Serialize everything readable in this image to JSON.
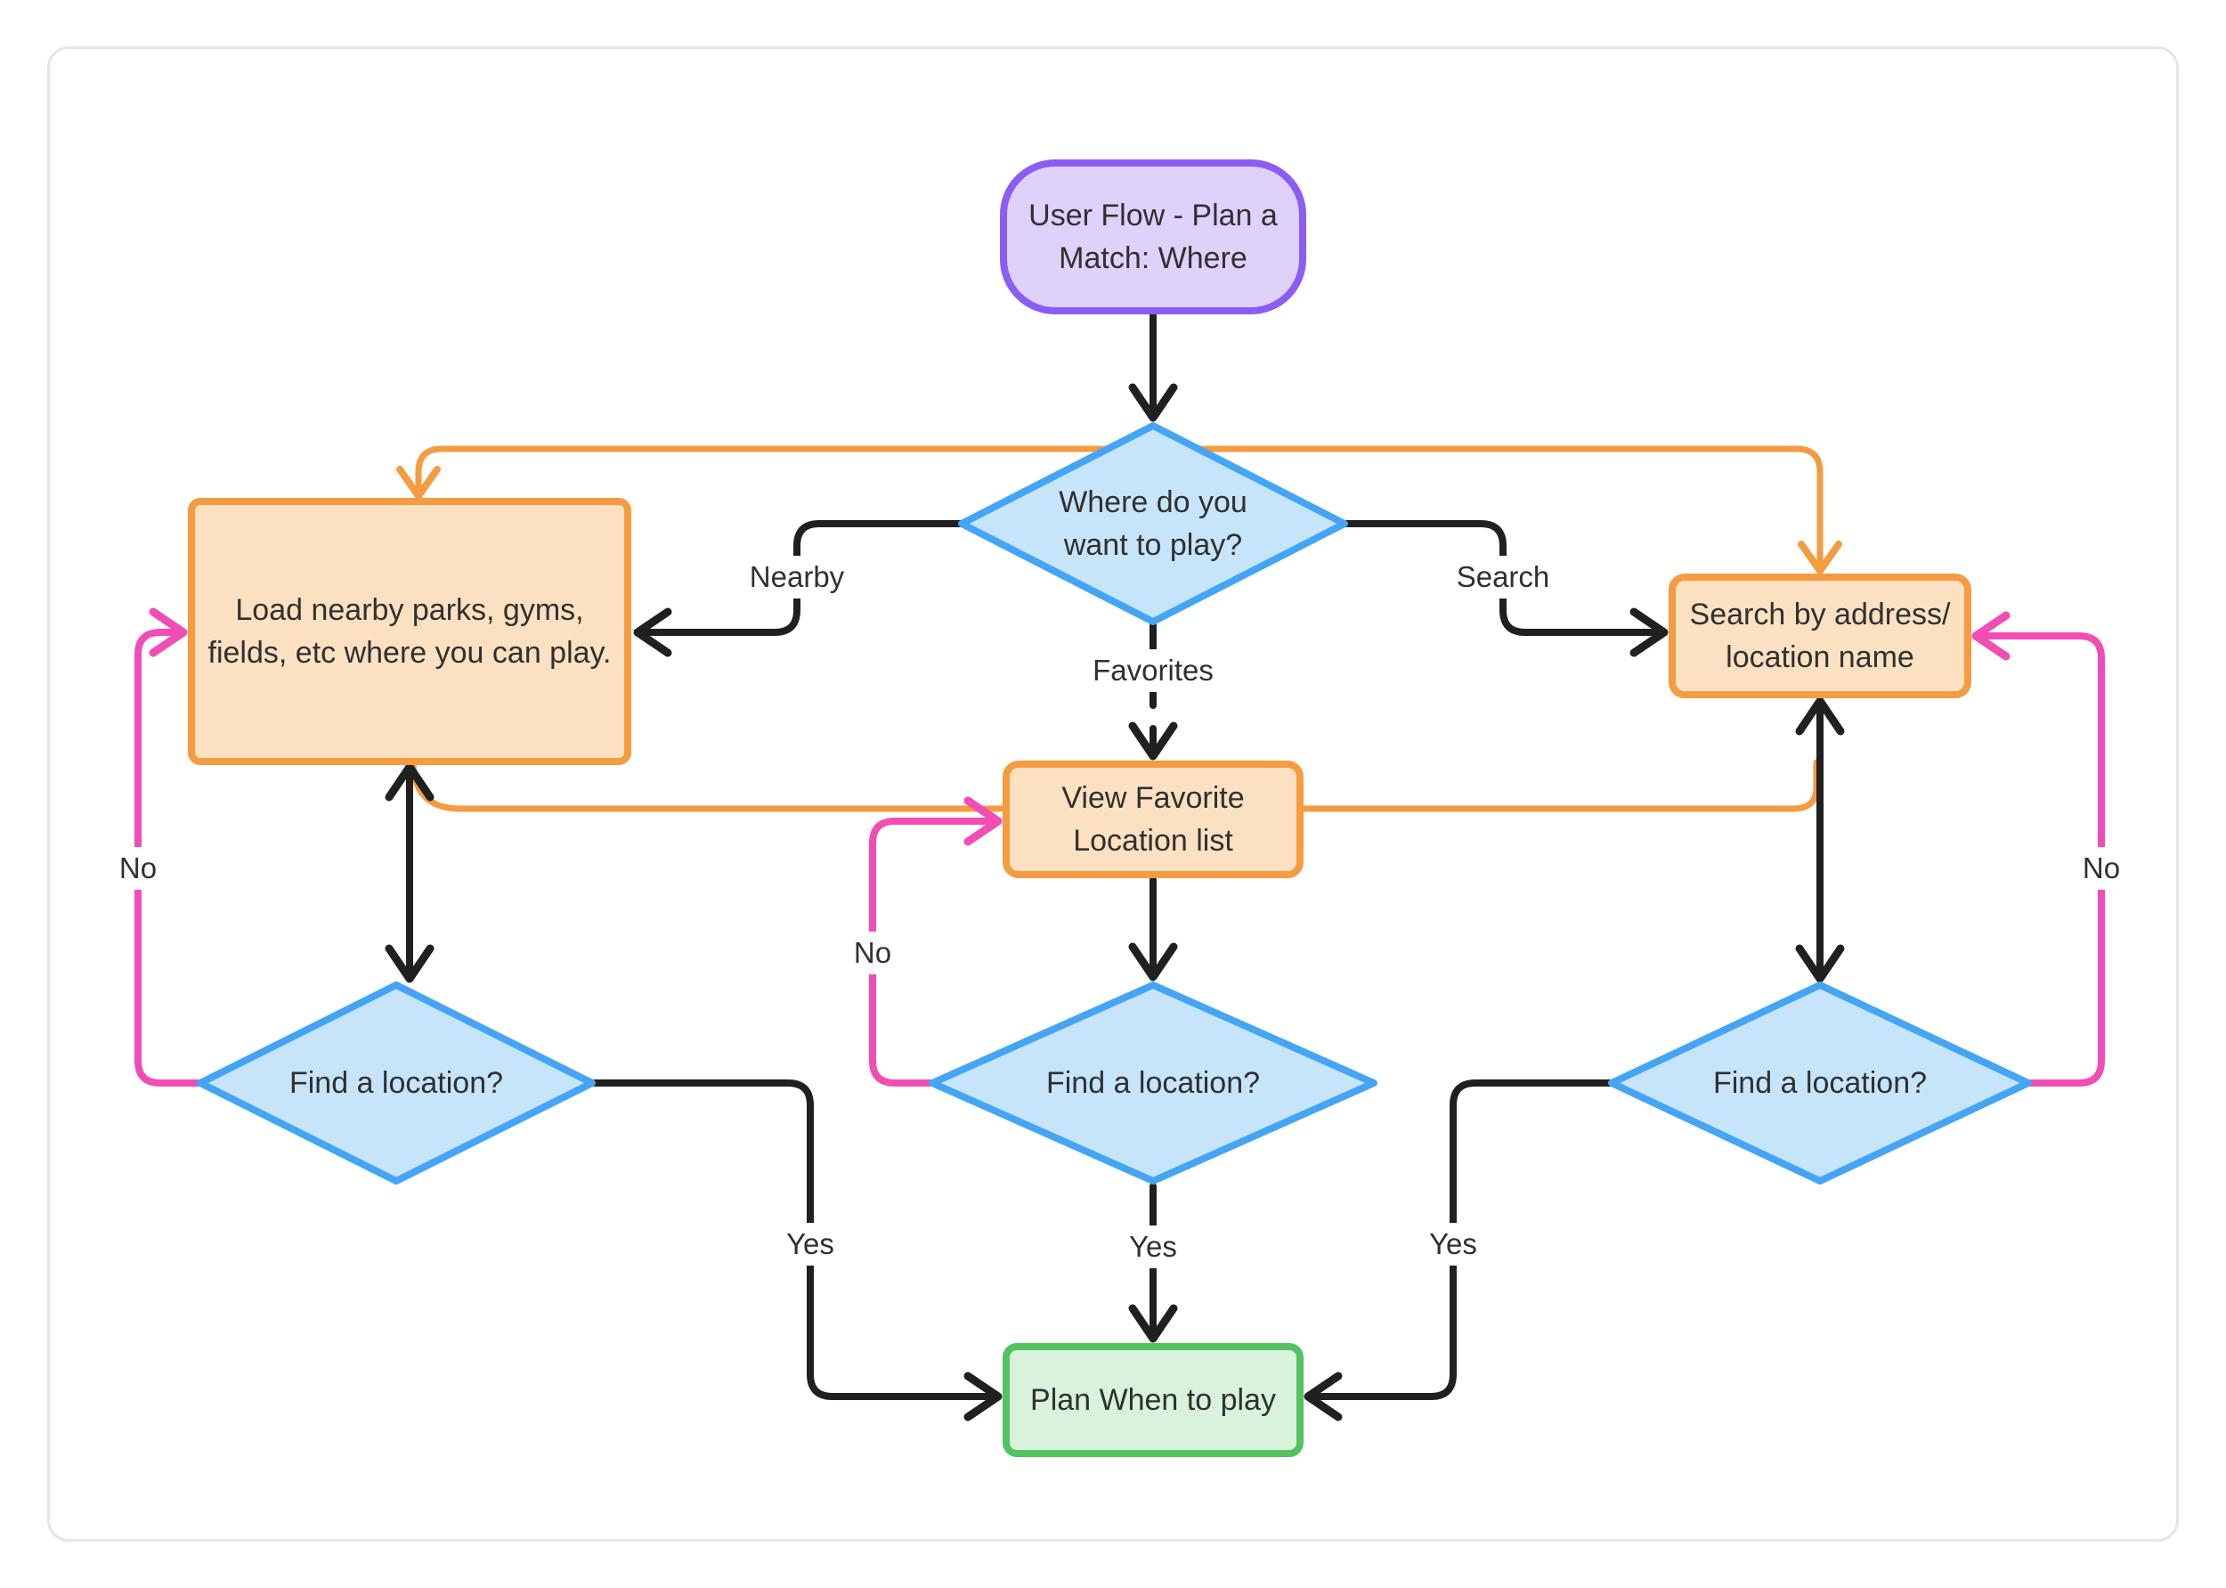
{
  "title": "User Flow - Plan a Match: Where",
  "colors": {
    "text": "#303030",
    "card_border": "#e6e6e8",
    "edge_black": "#202020",
    "edge_pink": "#f14db4",
    "edge_orange": "#f59b40",
    "orange_fill": "#fbe1c2",
    "blue": "#45a5f5",
    "blue_fill": "#c6e4fa",
    "purple": "#8b5cf6",
    "purple_fill": "#ded1fa",
    "green": "#53c261",
    "green_fill": "#d8f2dc"
  },
  "nodes": {
    "start": {
      "type": "stadium",
      "lines": [
        "User Flow - Plan a",
        "Match: Where"
      ]
    },
    "where_decision": {
      "type": "decision",
      "lines": [
        "Where do you",
        "want to play?"
      ]
    },
    "load_nearby": {
      "type": "process",
      "lines": [
        "Load nearby parks, gyms,",
        "fields, etc where you can play."
      ]
    },
    "search_address": {
      "type": "process",
      "lines": [
        "Search by address/",
        "location name"
      ]
    },
    "view_favorites": {
      "type": "process",
      "lines": [
        "View Favorite",
        "Location list"
      ]
    },
    "find_location_left": {
      "type": "decision",
      "lines": [
        "Find a location?"
      ]
    },
    "find_location_middle": {
      "type": "decision",
      "lines": [
        "Find a location?"
      ]
    },
    "find_location_right": {
      "type": "decision",
      "lines": [
        "Find a location?"
      ]
    },
    "plan_when": {
      "type": "end",
      "lines": [
        "Plan When to play"
      ]
    }
  },
  "edge_labels": {
    "nearby": "Nearby",
    "search": "Search",
    "favorites": "Favorites",
    "yes_left": "Yes",
    "yes_middle": "Yes",
    "yes_right": "Yes",
    "no_left": "No",
    "no_middle": "No",
    "no_right": "No"
  },
  "edges": [
    {
      "from": "start",
      "to": "where_decision",
      "color": "black",
      "style": "solid",
      "arrows": "end",
      "label": ""
    },
    {
      "from": "where_decision",
      "to": "load_nearby",
      "color": "black",
      "style": "solid",
      "arrows": "end",
      "label": "Nearby"
    },
    {
      "from": "where_decision",
      "to": "search_address",
      "color": "black",
      "style": "solid",
      "arrows": "end",
      "label": "Search"
    },
    {
      "from": "where_decision",
      "to": "view_favorites",
      "color": "black",
      "style": "dashed",
      "arrows": "end",
      "label": "Favorites"
    },
    {
      "from": "load_nearby",
      "to": "find_location_left",
      "color": "black",
      "style": "solid",
      "arrows": "both",
      "label": ""
    },
    {
      "from": "search_address",
      "to": "find_location_right",
      "color": "black",
      "style": "solid",
      "arrows": "both",
      "label": ""
    },
    {
      "from": "view_favorites",
      "to": "find_location_middle",
      "color": "black",
      "style": "solid",
      "arrows": "end",
      "label": ""
    },
    {
      "from": "find_location_left",
      "to": "plan_when",
      "color": "black",
      "style": "solid",
      "arrows": "end",
      "label": "Yes"
    },
    {
      "from": "find_location_middle",
      "to": "plan_when",
      "color": "black",
      "style": "solid",
      "arrows": "end",
      "label": "Yes"
    },
    {
      "from": "find_location_right",
      "to": "plan_when",
      "color": "black",
      "style": "solid",
      "arrows": "end",
      "label": "Yes"
    },
    {
      "from": "find_location_left",
      "to": "load_nearby",
      "color": "pink",
      "style": "solid",
      "arrows": "end",
      "label": "No"
    },
    {
      "from": "find_location_middle",
      "to": "view_favorites",
      "color": "pink",
      "style": "solid",
      "arrows": "end",
      "label": "No"
    },
    {
      "from": "find_location_right",
      "to": "search_address",
      "color": "pink",
      "style": "solid",
      "arrows": "end",
      "label": "No"
    },
    {
      "from": "load_nearby",
      "to": "search_address",
      "color": "orange",
      "style": "solid",
      "arrows": "both",
      "route": "top",
      "label": ""
    },
    {
      "from": "load_nearby",
      "to": "search_address",
      "color": "orange",
      "style": "solid",
      "arrows": "end",
      "route": "bottom",
      "label": ""
    }
  ]
}
